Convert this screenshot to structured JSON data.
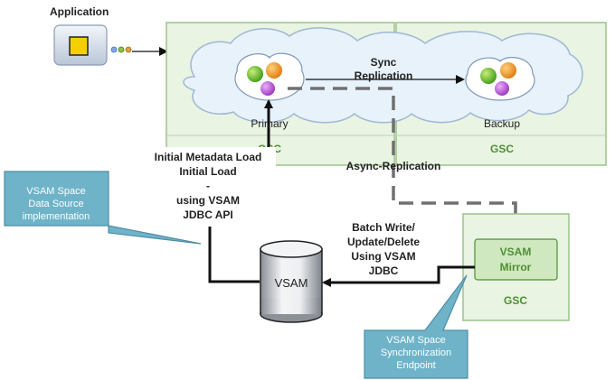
{
  "application": {
    "title": "Application"
  },
  "primary": {
    "label": "Primary",
    "panel_label": "GSC"
  },
  "backup": {
    "label": "Backup",
    "panel_label": "GSC"
  },
  "sync": {
    "line1": "Sync",
    "line2": "Replication"
  },
  "async": {
    "label": "Async-Replication"
  },
  "initial_load": {
    "lines": [
      "Initial Metadata Load",
      "Initial Load",
      "-",
      "using VSAM",
      "JDBC API"
    ]
  },
  "batch_write": {
    "lines": [
      "Batch Write/",
      "Update/Delete",
      "Using VSAM",
      "JDBC"
    ]
  },
  "vsam_db": {
    "label": "VSAM"
  },
  "mirror": {
    "line1": "VSAM",
    "line2": "Mirror",
    "panel_label": "GSC"
  },
  "callout_datasource": {
    "lines": [
      "VSAM Space",
      "Data Source",
      "implementation"
    ]
  },
  "callout_sync_endpoint": {
    "lines": [
      "VSAM Space",
      "Synchronization",
      "Endpoint"
    ]
  },
  "colors": {
    "panel_fill": "#e9f4e2",
    "panel_border": "#9cc38a",
    "gsc_text": "#4f8f35",
    "callout_fill": "#6fb3c9",
    "callout_border": "#4d8ea5",
    "mirror_fill": "#cfe8c0",
    "cloud_fill": "#e8f2fb",
    "cloud_border": "#9fb8d3"
  }
}
